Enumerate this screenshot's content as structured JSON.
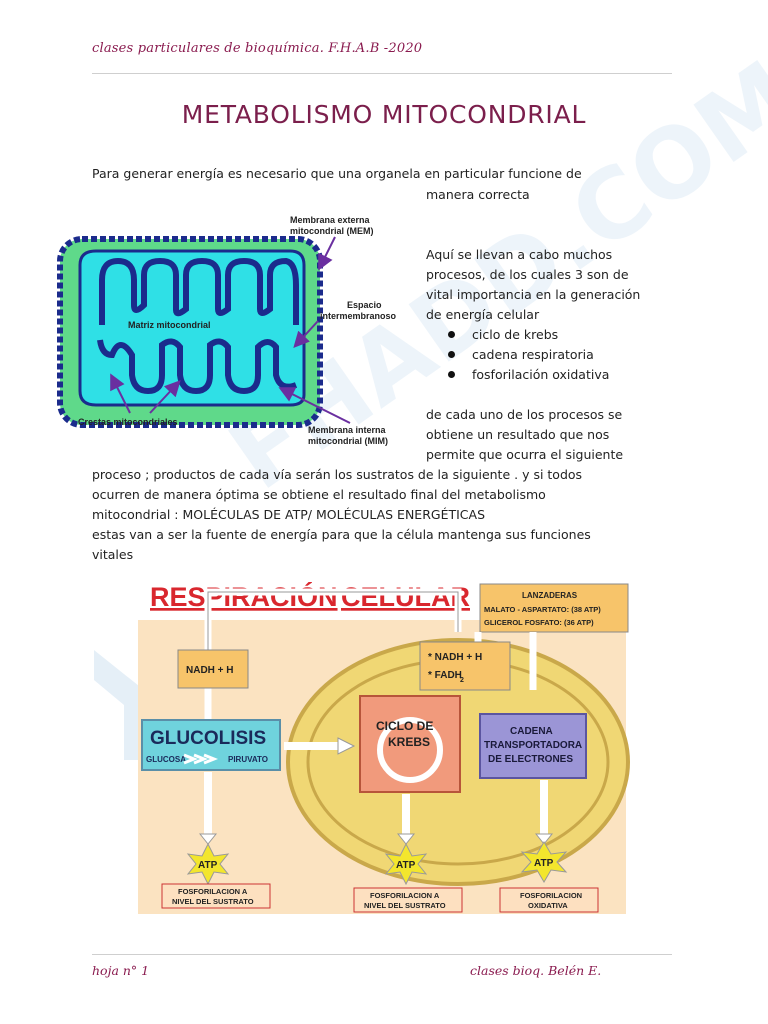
{
  "header": {
    "text": "clases particulares de bioquímica. F.H.A.B -2020"
  },
  "title": "METABOLISMO MITOCONDRIAL",
  "intro": {
    "line1": "Para generar energía es necesario que una organela en particular funcione de",
    "line2": "manera correcta"
  },
  "mito_diagram": {
    "label_mem": [
      "Membrana externa",
      "mitocondrial (MEM)"
    ],
    "label_ei": [
      "Espacio",
      "intermembranoso"
    ],
    "label_matriz": "Matriz mitocondrial",
    "label_crestas": "Crestas mitocondriales",
    "label_mim": [
      "Membrana interna",
      "mitocondrial (MIM)"
    ]
  },
  "right_text": {
    "lines": [
      "Aquí se llevan a cabo muchos",
      "procesos, de los cuales 3 son de",
      "vital importancia en la generación",
      "de energía celular"
    ],
    "bullets": [
      "ciclo de krebs",
      "cadena respiratoria",
      "fosforilación oxidativa"
    ],
    "after": [
      "de cada uno de los procesos se",
      "obtiene un resultado que nos",
      "permite que ocurra el siguiente"
    ]
  },
  "body_lines": [
    "proceso ; productos de cada vía serán los sustratos de la siguiente . y si todos",
    "ocurren de manera óptima se obtiene el resultado final del metabolismo",
    "mitocondrial : MOLÉCULAS DE ATP/ MOLÉCULAS ENERGÉTICAS",
    "estas van a ser la fuente de energía para que la célula mantenga sus funciones",
    "vitales"
  ],
  "resp_diagram": {
    "title_word1": "RESPIRACIÓN",
    "title_word2": "CELULAR",
    "lanzaderas": [
      "LANZADERAS",
      "MALATO - ASPARTATO: (38 ATP)",
      "GLICEROL FOSFATO: (36 ATP)"
    ],
    "nadh_left": "NADH + H",
    "nadh_fadh": [
      "* NADH + H",
      "* FADH",
      "2"
    ],
    "glucolisis": "GLUCOLISIS",
    "glucosa": "GLUCOSA",
    "piruvato": "PIRUVATO",
    "krebs": [
      "CICLO DE",
      "KREBS"
    ],
    "cadena": [
      "CADENA",
      "TRANSPORTADORA",
      "DE ELECTRONES"
    ],
    "atp": "ATP",
    "fos1": [
      "FOSFORILACION A",
      "NIVEL DEL SUSTRATO"
    ],
    "fos2": [
      "FOSFORILACION A",
      "NIVEL DEL SUSTRATO"
    ],
    "fos3": [
      "FOSFORILACION",
      "OXIDATIVA"
    ]
  },
  "watermark": "FHADD.COM",
  "footer": {
    "left": "hoja n° 1",
    "right": "clases bioq. Belén E."
  },
  "colors": {
    "accent": "#7b1f4c",
    "mito_fill": "#2fe0e6",
    "mito_outer": "#5fd98a",
    "membrane": "#1b2b8c",
    "arrow": "#6a2fa0",
    "orange_box": "#f7c46a",
    "glucolisis_box": "#6fd3dd",
    "krebs_box": "#f19a7c",
    "cadena_box": "#9b95d6",
    "resp_bg": "#fbe3c1"
  }
}
